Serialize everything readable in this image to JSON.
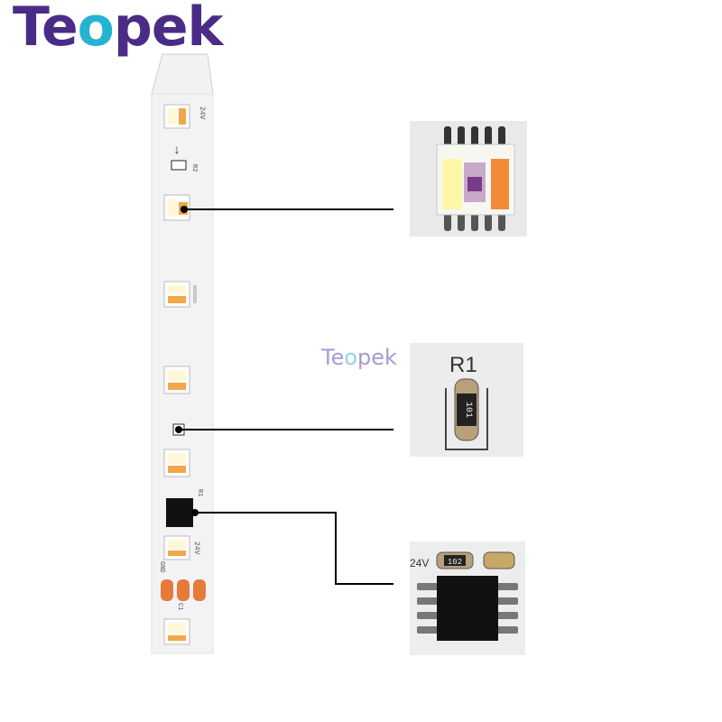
{
  "brand": {
    "logo_text": "Teopek",
    "logo_accent_letter": "o"
  },
  "watermark": {
    "text": "Teopek"
  },
  "strip": {
    "labels": {
      "voltage_top": "24V",
      "resistor_top": "R2",
      "resistor_mid": "R1",
      "resistor_ic": "R1",
      "gnd": "GND",
      "v24": "24V",
      "c1": "C1"
    },
    "led_count": 7
  },
  "callouts": {
    "led_zoom": {
      "pin_count": 5
    },
    "resistor_zoom": {
      "label": "R1",
      "code": "101"
    },
    "ic_zoom": {
      "voltage_label": "24V",
      "resistor_code": "102",
      "pin_count": 8
    }
  },
  "colors": {
    "logo_purple": "#4a2c86",
    "logo_cyan": "#26b3d3",
    "board_white": "#f3f3f3",
    "led_warm": "#f4a64a",
    "pad_orange": "#e57b3b",
    "ic_black": "#111111"
  }
}
